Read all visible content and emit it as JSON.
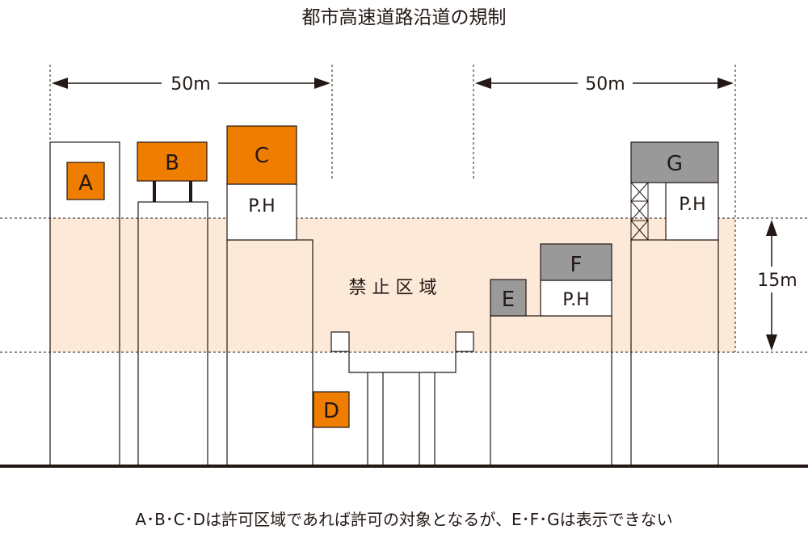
{
  "title": "都市高速道路沿道の規制",
  "caption": "A･B･C･Dは許可区域であれば許可の対象となるが、E･F･Gは表示できない",
  "dimensions": {
    "left_width": "50m",
    "right_width": "50m",
    "height": "15m"
  },
  "zone_label": "禁 止 区 域",
  "signs": {
    "a": "A",
    "b": "B",
    "c": "C",
    "d": "D",
    "e": "E",
    "f": "F",
    "g": "G"
  },
  "penthouse_label": "P.H",
  "colors": {
    "permitted": "#EF7D00",
    "prohibited": "#999999",
    "zone": "#FCE9D8",
    "line": "#231815"
  }
}
